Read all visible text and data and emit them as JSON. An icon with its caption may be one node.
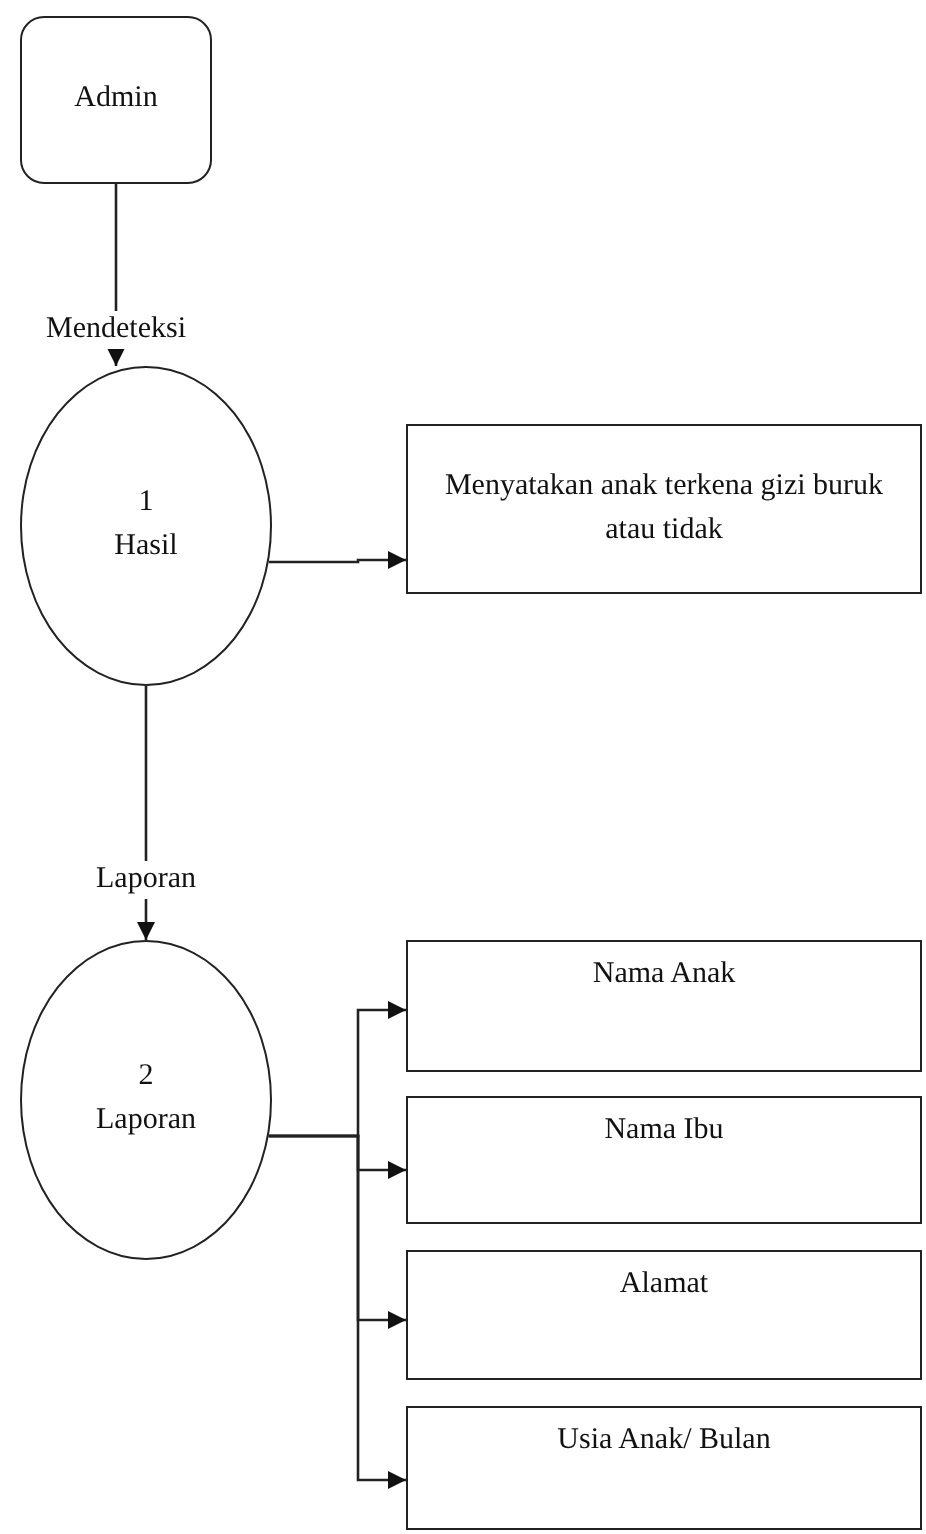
{
  "diagram": {
    "nodes": [
      {
        "text": [
          "Admin"
        ]
      },
      {
        "text": [
          "1",
          "Hasil"
        ]
      },
      {
        "text": [
          "Menyatakan anak terkena gizi buruk atau tidak"
        ]
      },
      {
        "text": [
          "2",
          "Laporan"
        ]
      },
      {
        "text": [
          "Nama Anak"
        ]
      },
      {
        "text": [
          "Nama Ibu"
        ]
      },
      {
        "text": [
          "Alamat"
        ]
      },
      {
        "text": [
          "Usia Anak/ Bulan"
        ]
      }
    ],
    "edges": [
      {
        "from": 0,
        "to": 1,
        "arrow": "to",
        "label": "Mendeteksi"
      },
      {
        "from": 1,
        "to": 2,
        "arrow": "to"
      },
      {
        "from": 1,
        "to": 3,
        "arrow": "to",
        "label": "Laporan"
      },
      {
        "from": 3,
        "to": 4,
        "arrow": "to"
      },
      {
        "from": 3,
        "to": 5,
        "arrow": "to"
      },
      {
        "from": 3,
        "to": 6,
        "arrow": "to"
      },
      {
        "from": 3,
        "to": 7,
        "arrow": "to"
      }
    ]
  }
}
